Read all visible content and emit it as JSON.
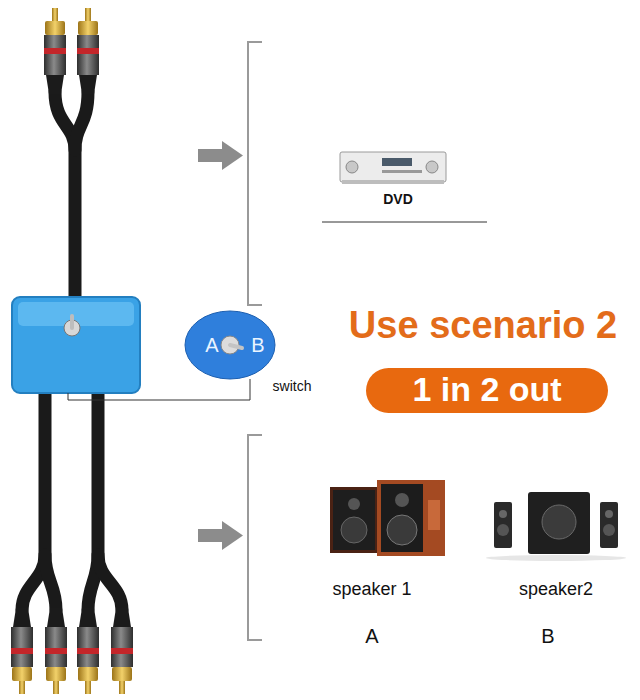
{
  "diagram": {
    "title": "Use scenario 2",
    "nodes": [
      {
        "text": [
          "A",
          "B"
        ]
      },
      {
        "text": [
          "1 in 2 out"
        ]
      }
    ],
    "labels": [
      "DVD",
      "switch",
      "speaker 1",
      "speaker2",
      "A",
      "B"
    ]
  }
}
